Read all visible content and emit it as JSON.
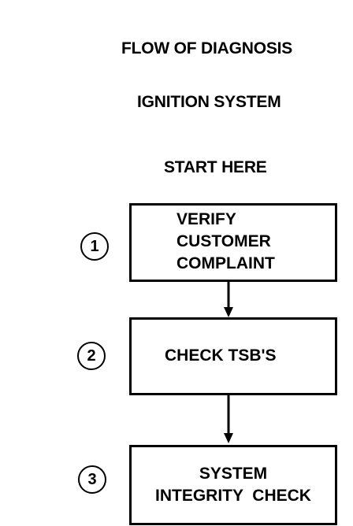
{
  "title": "FLOW OF DIAGNOSIS",
  "subtitle": "IGNITION SYSTEM",
  "start_label": "START HERE",
  "steps": [
    {
      "number": "1",
      "lines": [
        "VERIFY",
        "CUSTOMER",
        "COMPLAINT"
      ]
    },
    {
      "number": "2",
      "lines": [
        "CHECK TSB'S"
      ]
    },
    {
      "number": "3",
      "lines": [
        "SYSTEM",
        "INTEGRITY  CHECK"
      ]
    }
  ]
}
